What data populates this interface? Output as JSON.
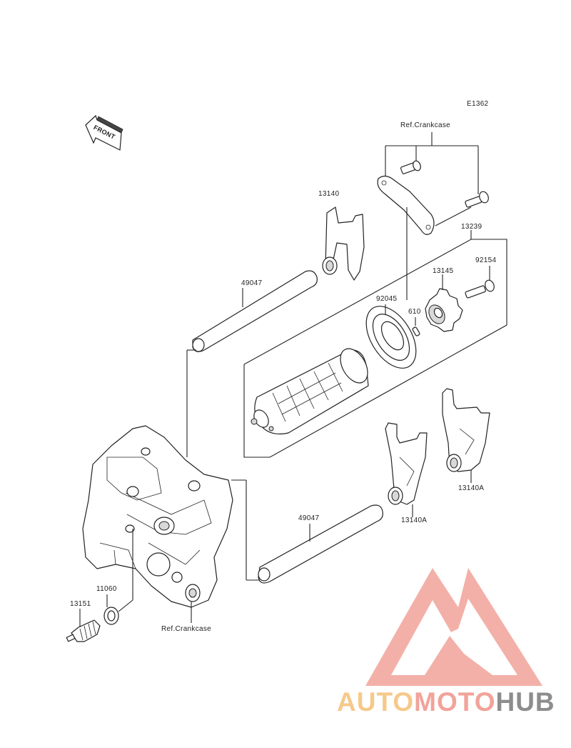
{
  "diagram": {
    "code": "E1362",
    "front_label": "FRONT",
    "parts": [
      {
        "id": "13140"
      },
      {
        "id": "49047"
      },
      {
        "id": "13239"
      },
      {
        "id": "92154"
      },
      {
        "id": "13145"
      },
      {
        "id": "92045"
      },
      {
        "id": "610"
      },
      {
        "id": "13140A"
      },
      {
        "id": "49047"
      },
      {
        "id": "13140A"
      },
      {
        "id": "11060"
      },
      {
        "id": "13151"
      }
    ],
    "refs": [
      "Ref.Crankcase",
      "Ref.Crankcase"
    ]
  },
  "watermark": {
    "part1": "AUTO",
    "part2": "MOTO",
    "part3": "HUB",
    "colors": {
      "auto": "#f6c98a",
      "moto": "#f2a39a",
      "hub": "#8d8d8d",
      "logo": "#f2a39a"
    }
  }
}
